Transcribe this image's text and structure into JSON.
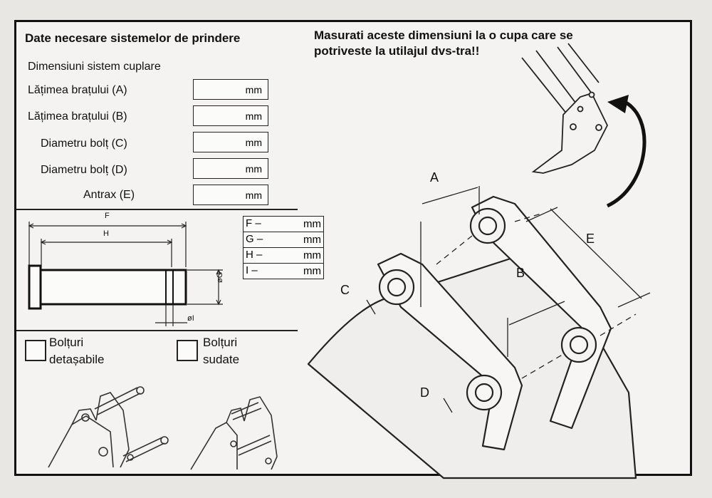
{
  "heading_left": "Date necesare sistemelor de prindere",
  "heading_right_line1": "Masurati aceste dimensiuni la o cupa care se",
  "heading_right_line2": "potriveste la utilajul dvs-tra!!",
  "subheading": "Dimensiuni sistem cuplare",
  "fields": [
    {
      "label": "Lățimea brațului (A)",
      "unit": "mm"
    },
    {
      "label": "Lățimea brațului (B)",
      "unit": "mm"
    },
    {
      "label": "Diametru bolț (C)",
      "unit": "mm"
    },
    {
      "label": "Diametru bolț (D)",
      "unit": "mm"
    },
    {
      "label": "Antrax (E)",
      "unit": "mm"
    }
  ],
  "pin_dims": [
    {
      "key": "F –",
      "unit": "mm"
    },
    {
      "key": "G –",
      "unit": "mm"
    },
    {
      "key": "H –",
      "unit": "mm"
    },
    {
      "key": "I –",
      "unit": "mm"
    }
  ],
  "pin_labels": {
    "f": "F",
    "h": "H",
    "g": "øG",
    "i": "øI"
  },
  "options": {
    "detachable_line1": "Bolțuri",
    "detachable_line2": "detașabile",
    "welded_line1": "Bolțuri",
    "welded_line2": "sudate"
  },
  "diagram_labels": {
    "a": "A",
    "b": "B",
    "c": "C",
    "d": "D",
    "e": "E"
  }
}
